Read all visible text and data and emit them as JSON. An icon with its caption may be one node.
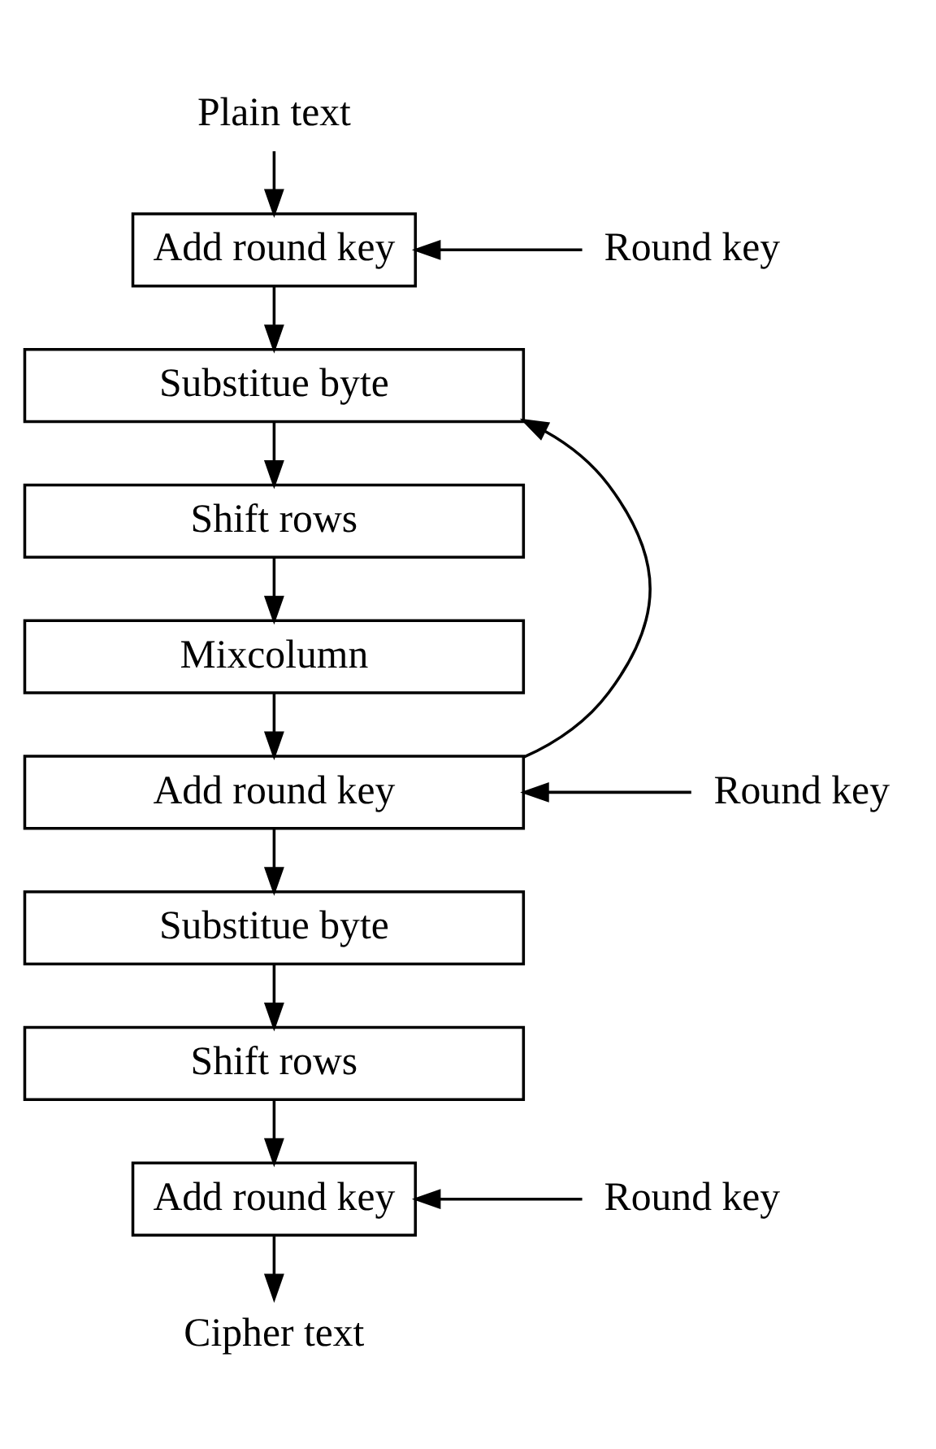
{
  "diagram": {
    "nodes": [
      {
        "text": [
          "Plain text"
        ]
      },
      {
        "text": [
          "Add round key"
        ]
      },
      {
        "text": [
          "Round key"
        ]
      },
      {
        "text": [
          "Substitue byte"
        ]
      },
      {
        "text": [
          "Shift rows"
        ]
      },
      {
        "text": [
          "Mixcolumn"
        ]
      },
      {
        "text": [
          "Add round key"
        ]
      },
      {
        "text": [
          "Round key"
        ]
      },
      {
        "text": [
          "Substitue byte"
        ]
      },
      {
        "text": [
          "Shift rows"
        ]
      },
      {
        "text": [
          "Add round key"
        ]
      },
      {
        "text": [
          "Round key"
        ]
      },
      {
        "text": [
          "Cipher text"
        ]
      }
    ],
    "edges": [
      {
        "from": 0,
        "to": 1,
        "arrow": "to"
      },
      {
        "from": 2,
        "to": 1,
        "arrow": "to"
      },
      {
        "from": 1,
        "to": 3,
        "arrow": "to"
      },
      {
        "from": 3,
        "to": 4,
        "arrow": "to"
      },
      {
        "from": 4,
        "to": 5,
        "arrow": "to"
      },
      {
        "from": 5,
        "to": 6,
        "arrow": "to"
      },
      {
        "from": 7,
        "to": 6,
        "arrow": "to"
      },
      {
        "from": 6,
        "to": 3,
        "arrow": "to"
      },
      {
        "from": 6,
        "to": 8,
        "arrow": "to"
      },
      {
        "from": 8,
        "to": 9,
        "arrow": "to"
      },
      {
        "from": 9,
        "to": 10,
        "arrow": "to"
      },
      {
        "from": 11,
        "to": 10,
        "arrow": "to"
      },
      {
        "from": 10,
        "to": 12,
        "arrow": "to"
      }
    ]
  }
}
